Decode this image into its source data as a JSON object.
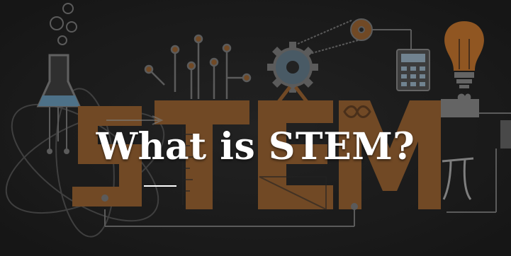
{
  "headline": {
    "text": "What is STEM?"
  },
  "artwork": {
    "letters": [
      "S",
      "T",
      "E",
      "M"
    ],
    "icons": [
      "lab-flask-icon",
      "circuit-traces-icon",
      "gear-icon",
      "pulley-icon",
      "calculator-icon",
      "light-bulb-icon",
      "puzzle-piece-icon",
      "atom-orbit-icon",
      "infinity-symbol-icon",
      "pi-symbol-icon"
    ],
    "colors": {
      "background": "#232323",
      "letter_orange": "#8a5a2e",
      "line_gray": "#6f6f6f",
      "flask_blue": "#5f8aa6",
      "bulb_orange": "#b06a2a",
      "text": "#ffffff"
    }
  }
}
